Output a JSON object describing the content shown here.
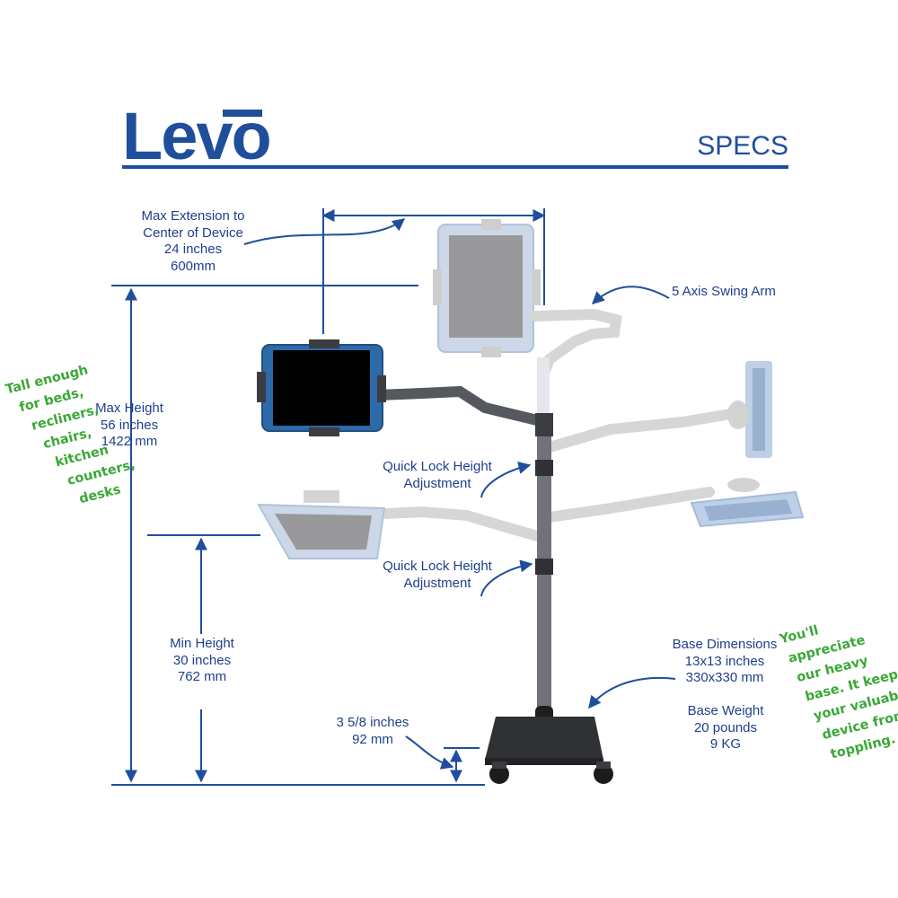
{
  "brand": {
    "name": "Levo",
    "color": "#1f4e9c"
  },
  "header": {
    "title": "SPECS"
  },
  "colors": {
    "accent": "#1f4e9c",
    "note_green": "#3aa836",
    "label": "#1f3f8c",
    "pole": "#6f7378",
    "base": "#2b2d30"
  },
  "labels": {
    "max_extension": [
      "Max Extension to",
      "Center of Device",
      "24 inches",
      "600mm"
    ],
    "swing_arm": "5 Axis Swing Arm",
    "max_height": [
      "Max Height",
      "56 inches",
      "1422 mm"
    ],
    "quick_lock_upper": [
      "Quick Lock Height",
      "Adjustment"
    ],
    "quick_lock_lower": [
      "Quick Lock Height",
      "Adjustment"
    ],
    "min_height": [
      "Min Height",
      "30 inches",
      "762 mm"
    ],
    "clearance": [
      "3 5/8 inches",
      "92 mm"
    ],
    "base_dimensions": [
      "Base Dimensions",
      "13x13 inches",
      "330x330 mm"
    ],
    "base_weight": [
      "Base Weight",
      "20 pounds",
      "9 KG"
    ]
  },
  "notes": {
    "left": [
      "Tall enough",
      "for beds,",
      "recliners,",
      "chairs,",
      "kitchen",
      "counters,",
      "desks"
    ],
    "right": [
      "You'll",
      "appreciate",
      "our heavy",
      "base. It keeps",
      "your valuable",
      "device from",
      "toppling."
    ]
  }
}
